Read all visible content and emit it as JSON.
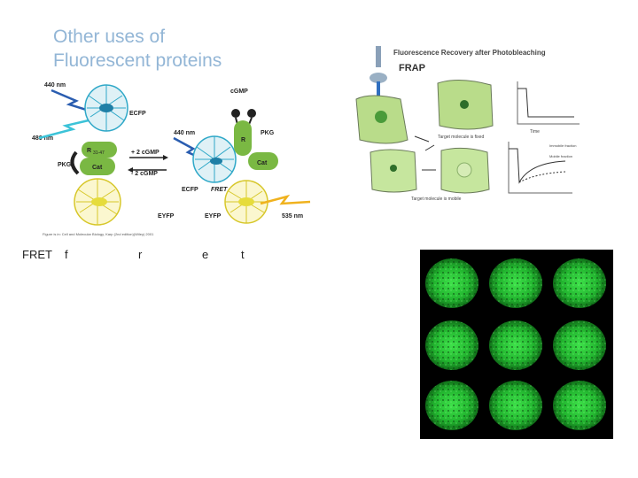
{
  "slide": {
    "title_line1": "Other uses of",
    "title_line2": "Fluorescent proteins"
  },
  "fret_figure": {
    "wavelength_in": "440 nm",
    "wavelength_in2": "440 nm",
    "wavelength_out1": "480 nm",
    "wavelength_out2": "535 nm",
    "label_ecfp": "ECFP",
    "label_ecfp2": "ECFP",
    "label_cgmp": "cGMP",
    "label_pkg_left": "PKG",
    "label_pkg_right": "PKG",
    "label_cat_left": "Cat",
    "label_cat_right": "Cat",
    "label_r_left": "R",
    "label_r_sub": "31-47",
    "label_r_right": "R",
    "label_plus": "+ 2 cGMP",
    "label_minus": "- 2 cGMP",
    "label_fret": "FRET",
    "label_eyfp_left": "EYFP",
    "label_eyfp_right": "EYFP",
    "footnote": "Figure is in: Cell and Molecular Biology, Karp (2nd edition)(Wiley) 2001"
  },
  "frap_figure": {
    "header": "Fluorescence Recovery after Photobleaching",
    "label": "FRAP",
    "caption_top": "Target molecule is fixed",
    "caption_bottom": "Target molecule is mobile",
    "axis_note": "Time",
    "legend_a": "Immobile fraction",
    "legend_b": "Mobile fraction"
  },
  "captions": {
    "c1": "FRET",
    "c2": "f",
    "c3": "r",
    "c4": "e",
    "c5": "t"
  },
  "colors": {
    "title": "#93b6d6",
    "cfp_blue": "#2fa8c8",
    "yfp_yellow": "#e6dc3c",
    "pkg_green": "#7ab843",
    "cell_green": "#b9dc8a",
    "micro_green": "#2bd83a"
  }
}
